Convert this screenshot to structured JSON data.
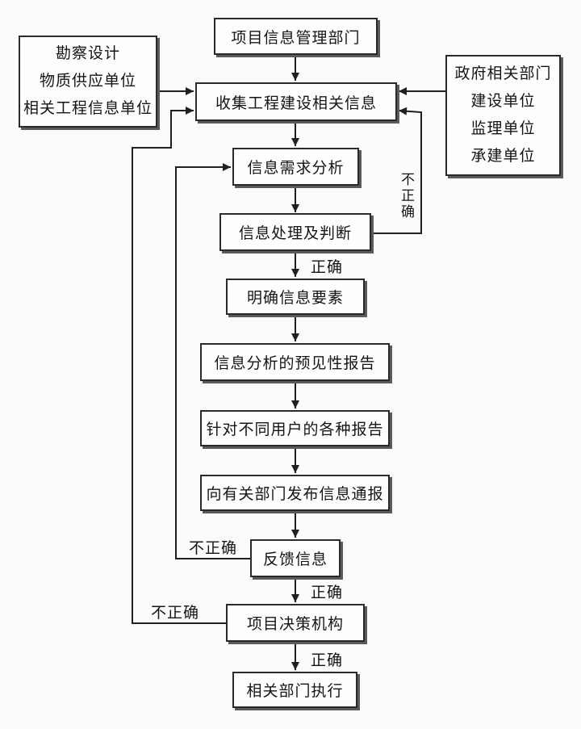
{
  "diagram": {
    "title_implied": "项目信息管理流程图",
    "background_color": "#fbfbfb",
    "line_color": "#1f1f1f",
    "box_fill": "#fefefe",
    "box_border_color": "#2a2a2a",
    "box_shadow_color": "#5a5a5a"
  },
  "nodes": {
    "top_department": "项目信息管理部门",
    "left_sources": [
      "勘察设计",
      "物质供应单位",
      "相关工程信息单位"
    ],
    "right_sources": [
      "政府相关部门",
      "建设单位",
      "监理单位",
      "承建单位"
    ],
    "collect": "收集工程建设相关信息",
    "need_analysis": "信息需求分析",
    "process_judge": "信息处理及判断",
    "clarify_elements": "明确信息要素",
    "predictive_report": "信息分析的预见性报告",
    "user_reports": "针对不同用户的各种报告",
    "notify_departments": "向有关部门发布信息通报",
    "feedback": "反馈信息",
    "decision_body": "项目决策机构",
    "execute": "相关部门执行"
  },
  "edge_labels": {
    "correct_after_judge": "正确",
    "correct_after_feedback": "正确",
    "correct_after_decision": "正确",
    "incorrect_judge_loop": "不正确",
    "incorrect_feedback_loop": "不正确",
    "incorrect_decision_loop": "不正确"
  }
}
